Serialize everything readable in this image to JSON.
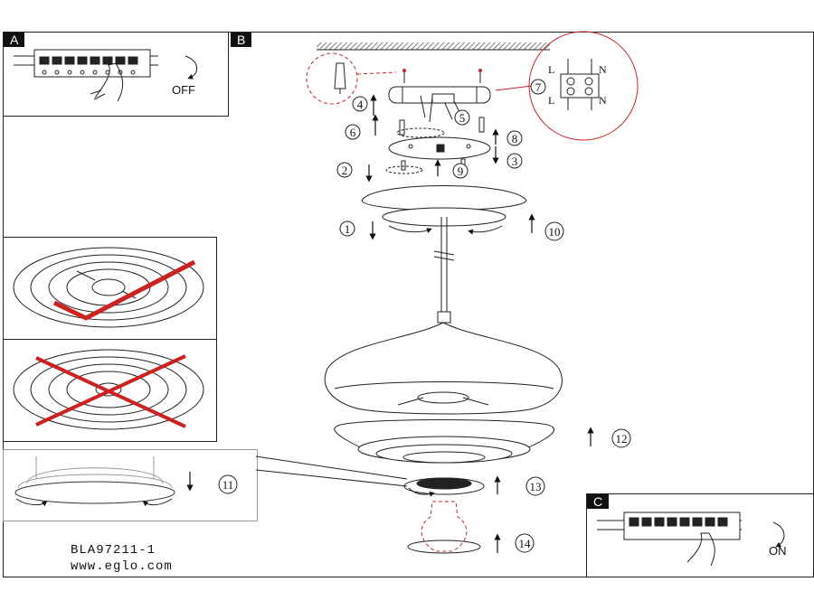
{
  "panels": {
    "a": "A",
    "b": "B",
    "c": "C"
  },
  "switch_off_label": "OFF",
  "switch_on_label": "ON",
  "terminal": {
    "live": "L",
    "neutral": "N"
  },
  "steps": [
    "1",
    "2",
    "3",
    "4",
    "5",
    "6",
    "7",
    "8",
    "9",
    "10",
    "11",
    "12",
    "13",
    "14"
  ],
  "model_code": "BLA97211-1",
  "website": "www.eglo.com",
  "colors": {
    "accent": "#cc2222",
    "line": "#222222"
  }
}
